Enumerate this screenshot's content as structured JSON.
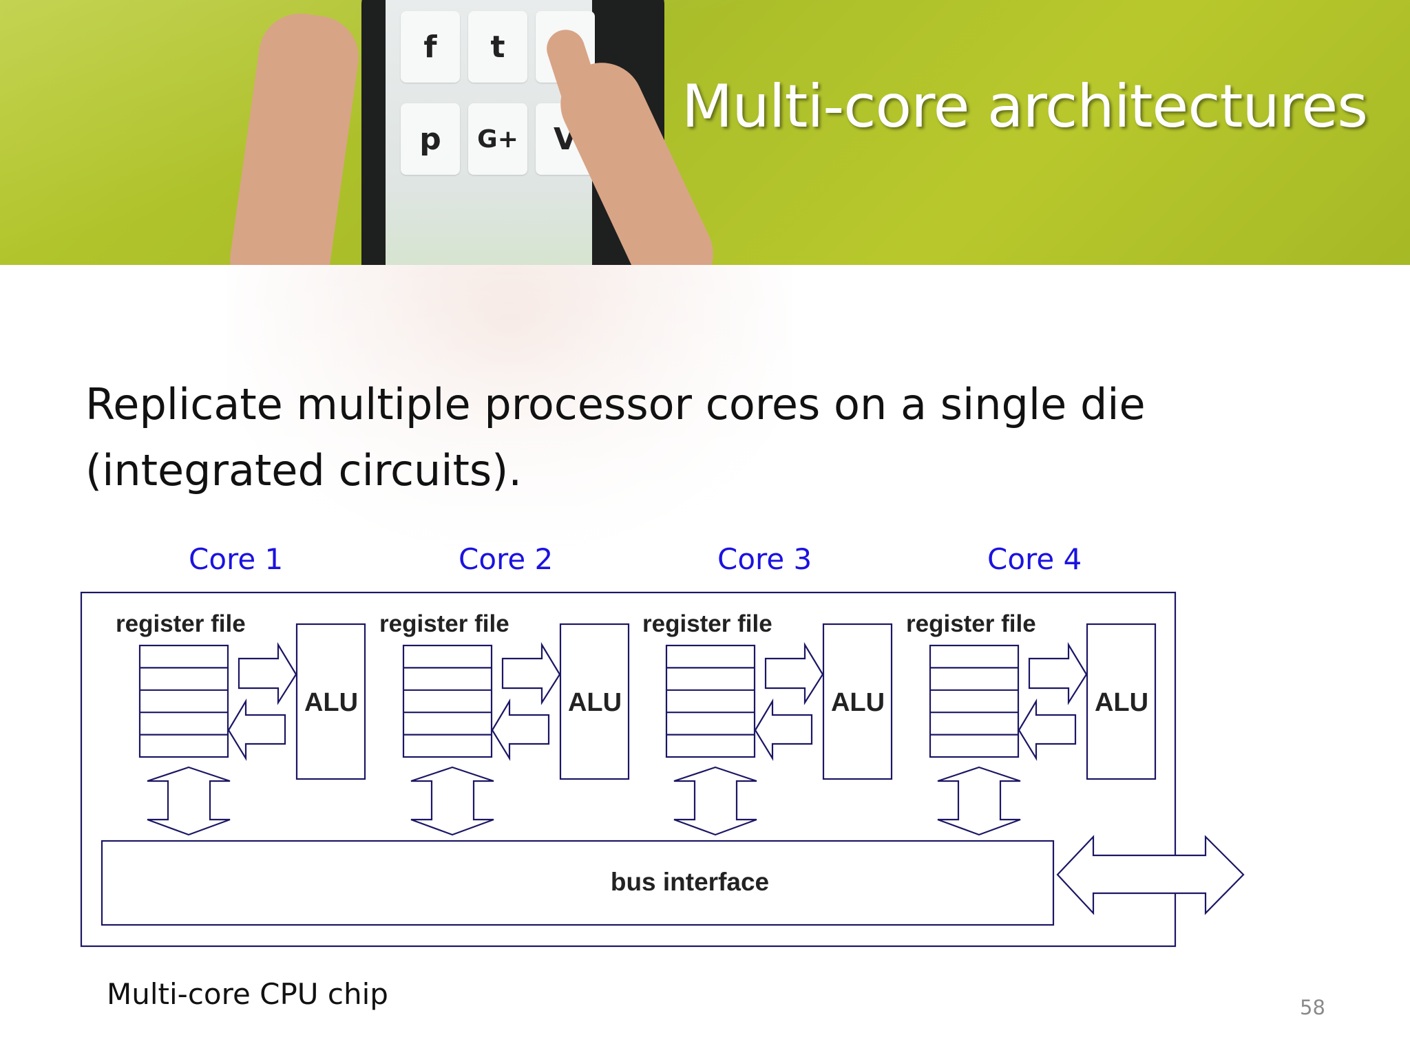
{
  "slide": {
    "title": "Multi-core architectures",
    "body_line1": "Replicate multiple processor cores on a single die",
    "body_line2": "(integrated circuits).",
    "caption": "Multi-core CPU chip",
    "page_number": "58"
  },
  "header_image": {
    "icons": [
      "facebook-icon",
      "twitter-icon",
      "instagram-icon",
      "pinterest-icon",
      "google-plus-icon",
      "vine-icon"
    ],
    "icon_glyphs": [
      "f",
      "t",
      "◎",
      "p",
      "G+",
      "V"
    ]
  },
  "diagram": {
    "cores": [
      {
        "label": "Core 1",
        "register_label": "register file",
        "alu_label": "ALU"
      },
      {
        "label": "Core 2",
        "register_label": "register file",
        "alu_label": "ALU"
      },
      {
        "label": "Core 3",
        "register_label": "register file",
        "alu_label": "ALU"
      },
      {
        "label": "Core 4",
        "register_label": "register file",
        "alu_label": "ALU"
      }
    ],
    "bus_label": "bus interface"
  },
  "colors": {
    "header_green": "#b3c52c",
    "core_label_blue": "#1a12e0",
    "diagram_stroke": "#1b1664"
  }
}
